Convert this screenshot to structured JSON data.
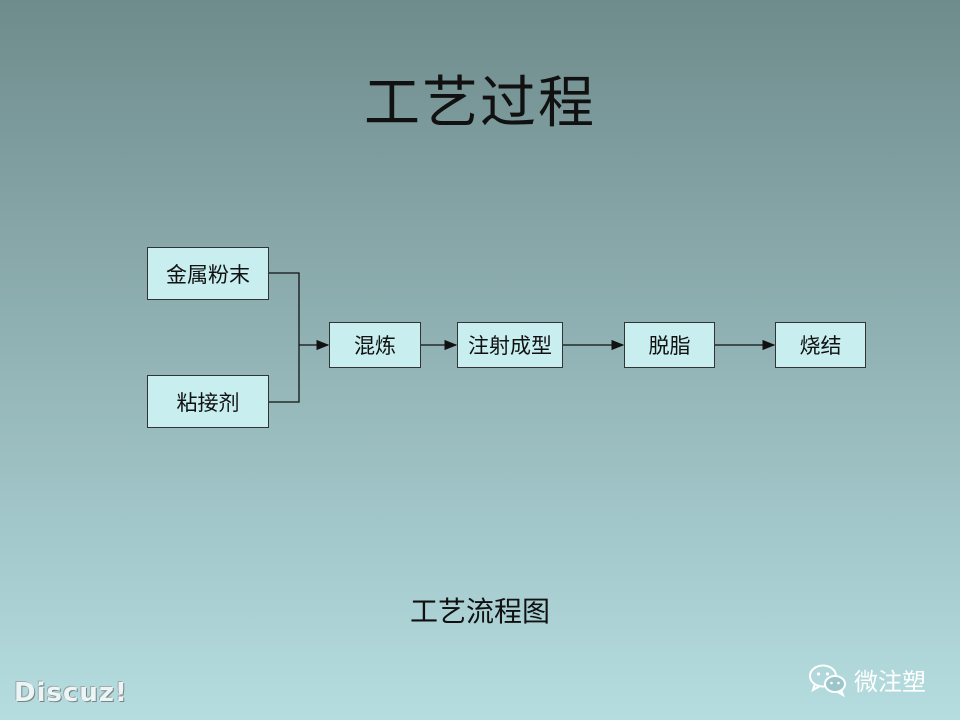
{
  "title": "工艺过程",
  "boxes": {
    "metal_powder": "金属粉末",
    "binder": "粘接剂",
    "mixing": "混炼",
    "injection": "注射成型",
    "debinding": "脱脂",
    "sintering": "烧结"
  },
  "caption": "工艺流程图",
  "watermarks": {
    "left": "Discuz!",
    "right": "微注塑"
  }
}
